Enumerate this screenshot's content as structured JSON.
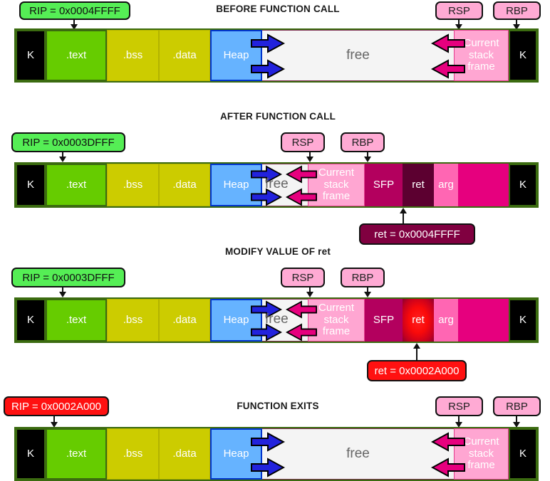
{
  "diagram": {
    "title_font_color": "#1a1a1a",
    "colors": {
      "kernel": "#000000",
      "text_seg": "#66cc00",
      "bss_data": "#cccc00",
      "heap": "#66b3ff",
      "free": "#f4f4f4",
      "current_stack_frame": "#ffa6d2",
      "sfp": "#b3005e",
      "ret": "#5c0030",
      "ret_modified": "#ff1111",
      "arg": "#ff66b3",
      "stack_rest": "#e6007e",
      "chip_green": "#55ee55",
      "chip_pink": "#ffaad4",
      "chip_maroon": "#800040",
      "chip_red": "#ff1111",
      "grow_arrow_heap": "#2222dd",
      "grow_arrow_stack": "#e6007e",
      "bar_border": "#3b6b10"
    },
    "segment_labels": {
      "kernel": "K",
      "text": ".text",
      "bss": ".bss",
      "data": ".data",
      "heap": "Heap",
      "free": "free",
      "current_stack_frame": "Current stack frame",
      "current_stack_frame_lines": [
        "Current",
        "stack",
        "frame"
      ],
      "sfp": "SFP",
      "ret": "ret",
      "arg": "arg"
    },
    "register_labels": {
      "rsp": "RSP",
      "rbp": "RBP"
    },
    "sections": [
      {
        "id": "before-function-call",
        "title": "BEFORE FUNCTION CALL",
        "rip_chip": {
          "text": "RIP = 0x0004FFFF",
          "style": "green"
        },
        "rsp": "RSP",
        "rbp": "RBP",
        "ret_chip": null
      },
      {
        "id": "after-function-call",
        "title": "AFTER FUNCTION CALL",
        "rip_chip": {
          "text": "RIP = 0x0003DFFF",
          "style": "green"
        },
        "rsp": "RSP",
        "rbp": "RBP",
        "ret_chip": {
          "text": "ret = 0x0004FFFF",
          "style": "maroon"
        }
      },
      {
        "id": "modify-value-of-ret",
        "title": "MODIFY VALUE OF ret",
        "rip_chip": {
          "text": "RIP = 0x0003DFFF",
          "style": "green"
        },
        "rsp": "RSP",
        "rbp": "RBP",
        "ret_chip": {
          "text": "ret = 0x0002A000",
          "style": "red"
        }
      },
      {
        "id": "function-exits",
        "title": "FUNCTION EXITS",
        "rip_chip": {
          "text": "RIP = 0x0002A000",
          "style": "red"
        },
        "rsp": "RSP",
        "rbp": "RBP",
        "ret_chip": null
      }
    ]
  }
}
